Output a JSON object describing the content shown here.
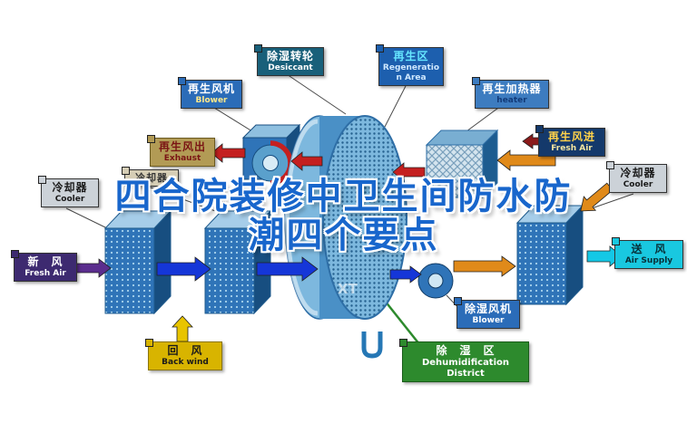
{
  "title": {
    "line1": "四合院装修中卫生间防水防",
    "line2": "潮四个要点"
  },
  "watermark": "XT",
  "labels": {
    "desiccant": {
      "zh": "除湿转轮",
      "en": "Desiccant"
    },
    "regen_area": {
      "zh": "再生区",
      "en": "Regeneration Area"
    },
    "regen_blower": {
      "zh": "再生风机",
      "en": "Blower"
    },
    "regen_heater": {
      "zh": "再生加热器",
      "en": "heater"
    },
    "exhaust": {
      "zh": "再生风出",
      "en": "Exhaust"
    },
    "regen_fresh_air": {
      "zh": "再生风进",
      "en": "Fresh Air"
    },
    "cooler_left": {
      "zh": "冷却器",
      "en": "Cooler"
    },
    "cooler_mid": {
      "zh": "冷却器",
      "en": ""
    },
    "cooler_right": {
      "zh": "冷却器",
      "en": "Cooler"
    },
    "fresh_air": {
      "zh": "新　风",
      "en": "Fresh Air"
    },
    "air_supply": {
      "zh": "送　风",
      "en": "Air Supply"
    },
    "back_wind": {
      "zh": "回　风",
      "en": "Back wind"
    },
    "dehumid_blower": {
      "zh": "除湿风机",
      "en": "Blower"
    },
    "dehumid_district": {
      "zh": "除　湿　区",
      "en": "Dehumidification District"
    }
  },
  "colors": {
    "title_blue": "#1866cc",
    "arrow_blue": "#1536d8",
    "arrow_red": "#c42020",
    "arrow_orange": "#e08a1a",
    "arrow_purple": "#5b2d8e",
    "arrow_yellow": "#e8c400",
    "arrow_cyan": "#14c8e6",
    "arrow_maroon": "#8b1a1a",
    "wheel_blue": "#4a90c6",
    "district_green": "#2d8a2d"
  }
}
